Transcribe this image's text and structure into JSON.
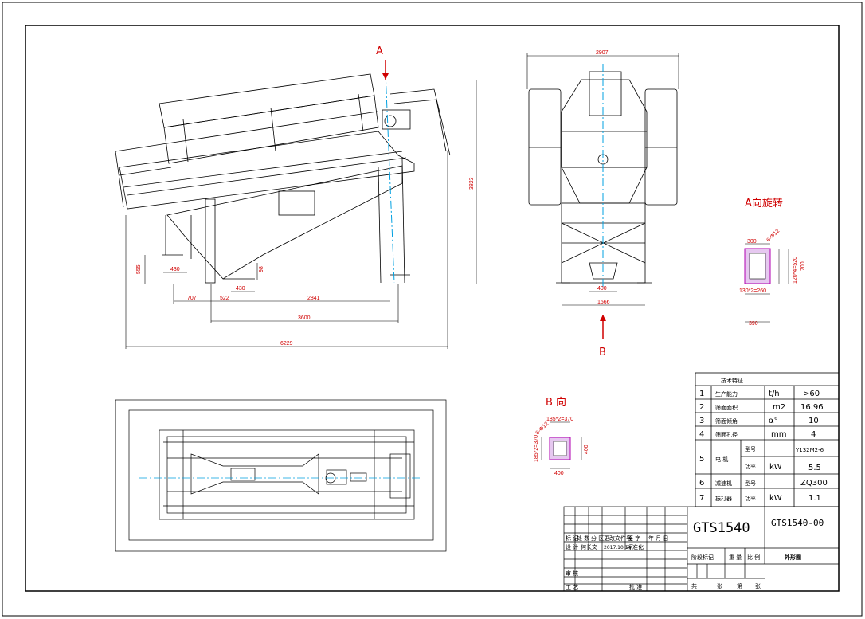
{
  "views": {
    "section_a_mark": "A",
    "b_mark": "B",
    "a_rot_label": "A向旋转",
    "b_view_label": "B  向"
  },
  "side_dims": {
    "d555": "555",
    "d430a": "430",
    "d430b": "430",
    "d98": "98",
    "d707": "707",
    "d522": "522",
    "d2841": "2841",
    "d3600": "3600",
    "d6229": "6229",
    "d3823": "3823"
  },
  "front_dims": {
    "d2907": "2907",
    "d400": "400",
    "d1566": "1566"
  },
  "a_dims": {
    "d300": "300",
    "d6612": "6-Φ12",
    "d700": "700",
    "d130": "130*2=260",
    "d390": "390",
    "d120": "120*4=520"
  },
  "b_dims": {
    "d185h": "185*2=370",
    "d185v": "185*2=370",
    "d400v": "400",
    "d400h": "400",
    "d6612": "6-Φ12"
  },
  "tech_table": {
    "title": "技术特征",
    "rows": [
      {
        "no": "1",
        "name": "生产能力",
        "unit": "t/h",
        "value": ">60"
      },
      {
        "no": "2",
        "name": "筛面面积",
        "unit": "m2",
        "value": "16.96"
      },
      {
        "no": "3",
        "name": "筛面倾角",
        "unit": "α°",
        "value": "10"
      },
      {
        "no": "4",
        "name": "筛面孔径",
        "unit": "mm",
        "value": "4"
      },
      {
        "no": "5",
        "name": "电  机",
        "sub1": "型号",
        "val1": "Y132M2-6",
        "sub2": "功率",
        "unit2": "kW",
        "val2": "5.5"
      },
      {
        "no": "6",
        "name": "减速机",
        "sub": "型号",
        "unit": "",
        "value": "ZQ300"
      },
      {
        "no": "7",
        "name": "振打器",
        "sub": "功率",
        "unit": "kW",
        "value": "1.1"
      }
    ]
  },
  "title_block": {
    "model": "GTS1540",
    "drawing_no": "GTS1540-00",
    "drawing_name": "外形图",
    "header_row": [
      "标 记",
      "处 数",
      "分  区",
      "更改文件号",
      "签 字",
      "年 月 日"
    ],
    "design": "设  计",
    "designer": "何长文",
    "date": "2017.10.14",
    "standard": "标准化",
    "stage": "阶段标记",
    "weight": "重 量",
    "scale": "比 例",
    "review": "审  核",
    "process": "工  艺",
    "approve": "批  准",
    "total": "共",
    "sheets": "张",
    "sheet_no": "第",
    "sheet": "张"
  }
}
